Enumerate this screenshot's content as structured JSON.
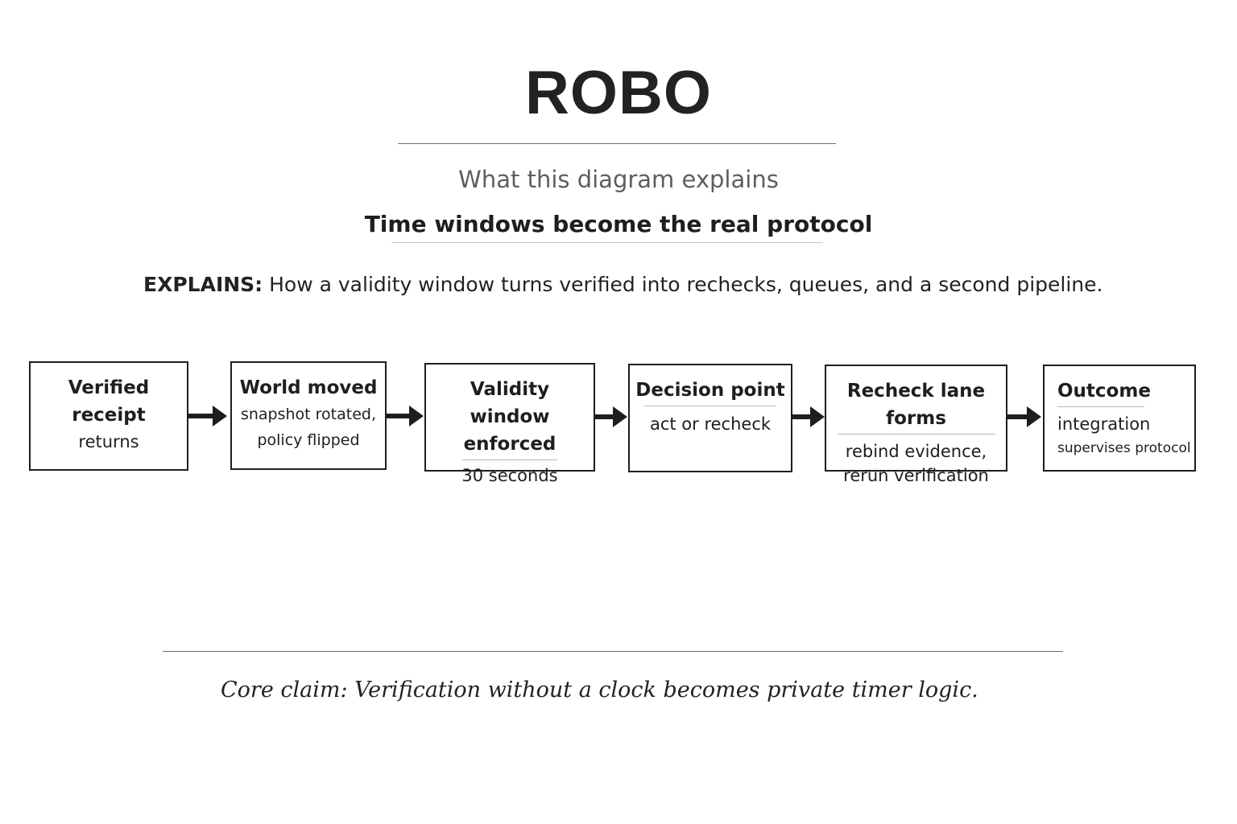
{
  "title": "ROBO",
  "subtitle": "What this diagram explains",
  "headline": "Time windows become the real protocol",
  "explains": {
    "label": "EXPLAINS:",
    "text": " How a validity window turns verified into rechecks, queues, and a second pipeline."
  },
  "steps": [
    {
      "title": "Verified receipt",
      "lines": [
        "returns"
      ]
    },
    {
      "title": "World moved",
      "lines": [
        "snapshot rotated,",
        "policy flipped"
      ]
    },
    {
      "title": "Validity window enforced",
      "lines": [
        "30 seconds"
      ]
    },
    {
      "title": "Decision point",
      "lines": [
        "act or recheck"
      ]
    },
    {
      "title": "Recheck lane forms",
      "lines": [
        "rebind evidence,",
        "rerun verification"
      ]
    },
    {
      "title": "Outcome",
      "lines": [
        "integration",
        "supervises protocol"
      ]
    }
  ],
  "core_claim": "Core claim: Verification without a clock becomes private timer logic."
}
